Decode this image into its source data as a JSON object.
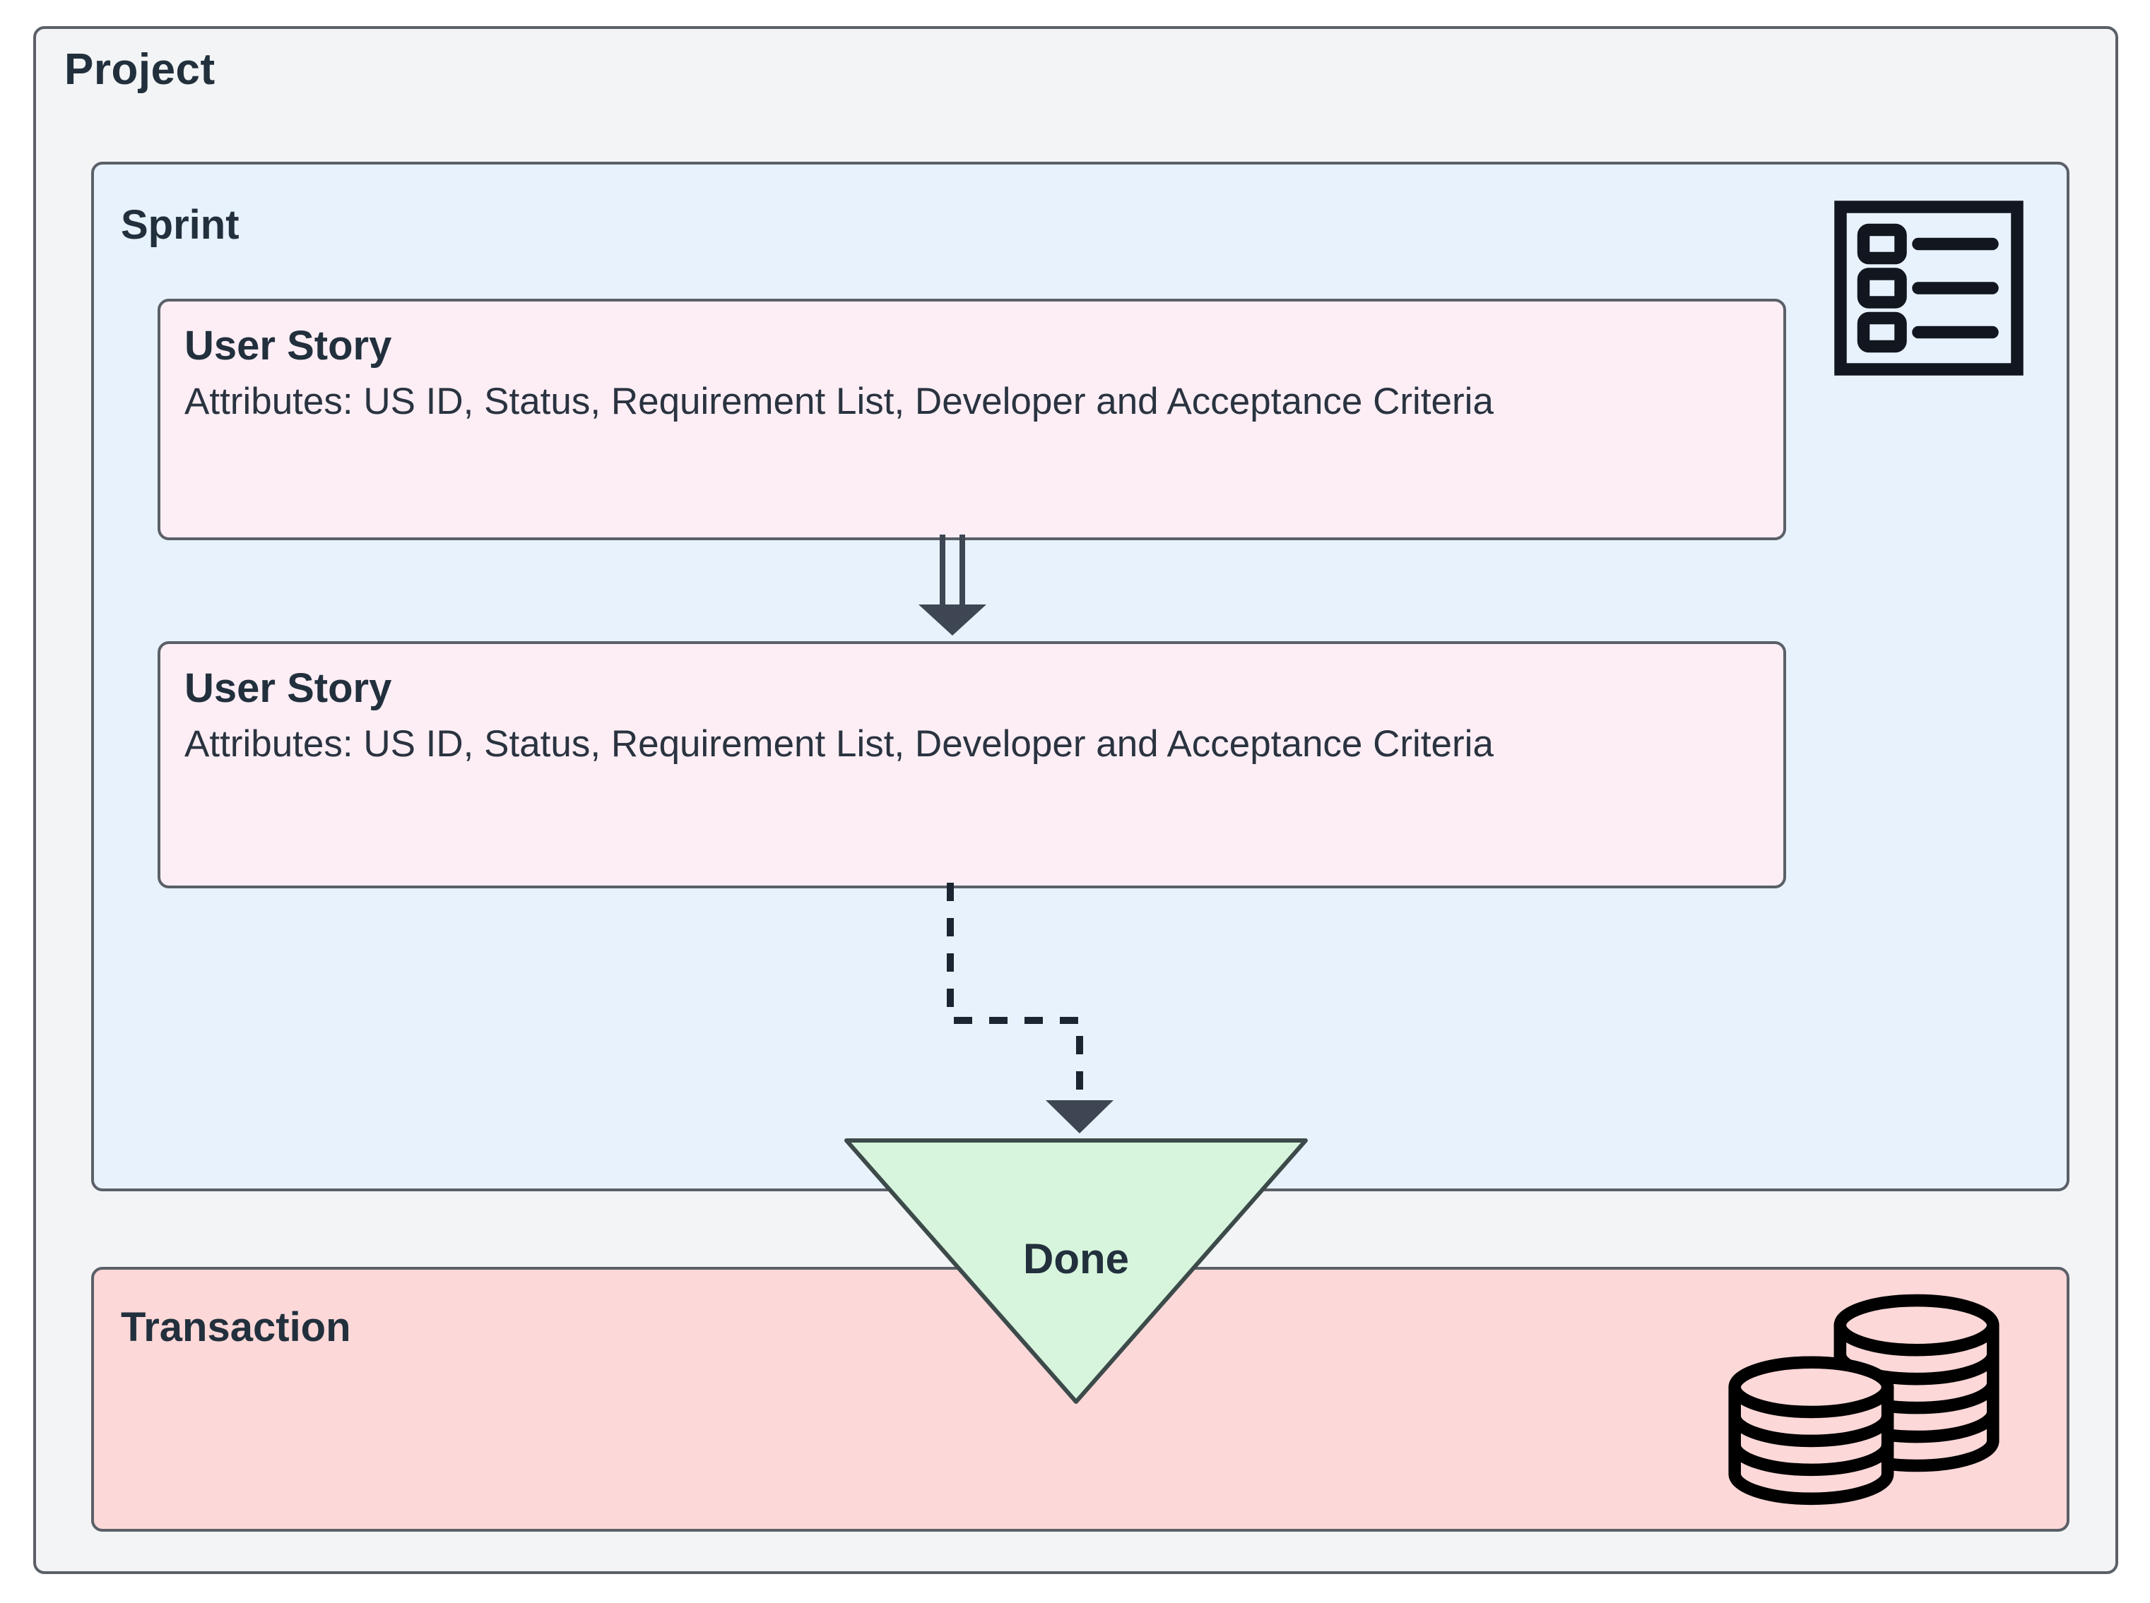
{
  "diagram": {
    "title": "Project",
    "project": {
      "label": "Project",
      "fill": "#f3f4f5",
      "stroke": "#5b6068"
    },
    "sprint": {
      "label": "Sprint",
      "fill": "#e8f2fd",
      "stroke": "#5b6068",
      "icon": "checklist-icon"
    },
    "stories": [
      {
        "title": "User Story",
        "attributes": "Attributes: US ID, Status, Requirement List, Developer and Acceptance Criteria",
        "fill": "#fdeef5",
        "stroke": "#5b6068"
      },
      {
        "title": "User Story",
        "attributes": "Attributes: US ID, Status, Requirement List, Developer and Acceptance Criteria",
        "fill": "#fdeef5",
        "stroke": "#5b6068"
      }
    ],
    "edges": [
      {
        "name": "story-to-story",
        "style": "double-line",
        "arrowhead": "filled-triangle",
        "label": ""
      },
      {
        "name": "story-to-done",
        "style": "dashed",
        "arrowhead": "filled-triangle",
        "label": ""
      }
    ],
    "done": {
      "label": "Done",
      "shape": "inverted-triangle",
      "fill": "#d6f5dc",
      "stroke": "#3d4a4a"
    },
    "transaction": {
      "label": "Transaction",
      "fill": "#fcd8d8",
      "stroke": "#5b6068",
      "icon": "coins-icon"
    },
    "colors": {
      "text": "#22303d",
      "border": "#5b6068",
      "background": "#ffffff"
    }
  }
}
